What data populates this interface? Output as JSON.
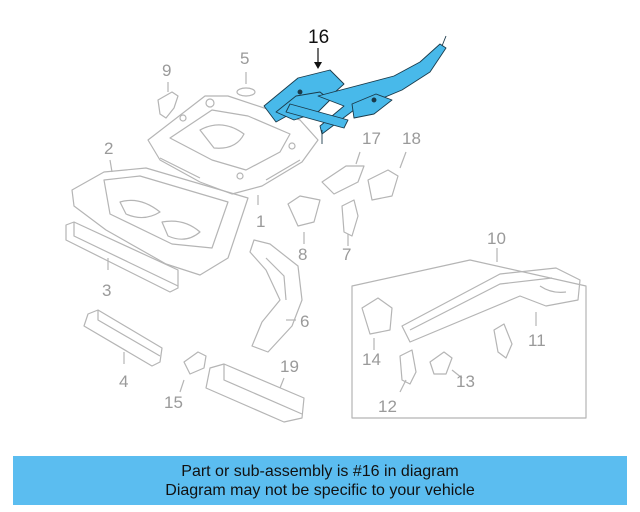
{
  "diagram": {
    "highlight_color": "#48b9ea",
    "part_outline_color": "#b5b5b5",
    "callouts": {
      "c1": "1",
      "c2": "2",
      "c3": "3",
      "c4": "4",
      "c5": "5",
      "c6": "6",
      "c7": "7",
      "c8": "8",
      "c9": "9",
      "c10": "10",
      "c11": "11",
      "c12": "12",
      "c13": "13",
      "c14": "14",
      "c15": "15",
      "c16": "16",
      "c17": "17",
      "c18": "18",
      "c19": "19"
    }
  },
  "banner": {
    "background": "#5bbdf0",
    "line1": "Part or sub-assembly is #16 in diagram",
    "line2": "Diagram may not be specific to your vehicle"
  }
}
